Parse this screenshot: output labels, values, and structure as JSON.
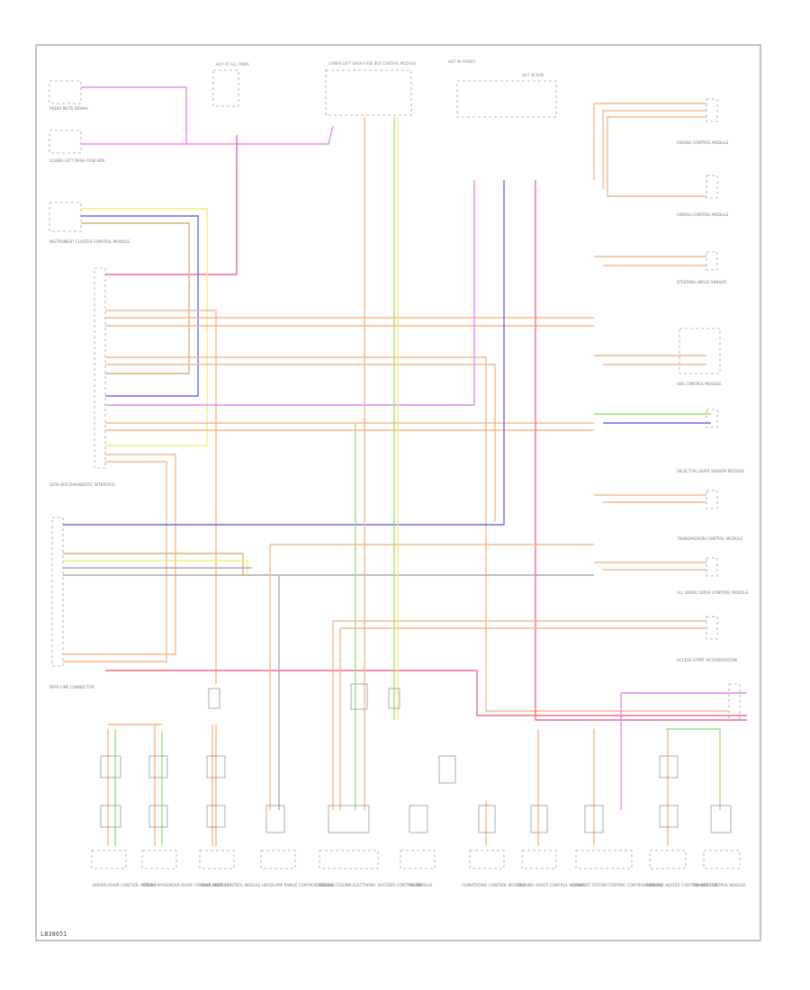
{
  "diagram": {
    "code": "LB38651",
    "colors": {
      "orange": "#f7b88a",
      "pink": "#f26c8a",
      "magenta": "#e58cf0",
      "blue": "#6b6bf0",
      "yellow": "#f4ef7a",
      "green": "#9fe07a",
      "brown": "#d8b07a",
      "gray": "#aaaaaa",
      "frame": "#9a9a9a"
    },
    "top_labels": [
      {
        "id": "hot-at-all-times",
        "text": "HOT AT ALL TIMES"
      },
      {
        "id": "lower-left-fuse-box",
        "text": "LOWER LEFT DASH FUSE BOX CENTRAL MODULE"
      },
      {
        "id": "hot-in-power",
        "text": "HOT IN POWER"
      },
      {
        "id": "hot-in-run",
        "text": "HOT IN RUN"
      }
    ],
    "left_components": [
      {
        "id": "radio-mute",
        "text": "RADIO MUTE SIGNAL"
      },
      {
        "id": "lower-left-dash",
        "text": "LOWER LEFT DASH FUSE BOX"
      },
      {
        "id": "instrument-cluster",
        "text": "INSTRUMENT CLUSTER CONTROL MODULE"
      },
      {
        "id": "data-bus-diag",
        "text": "DATA BUS DIAGNOSTIC INTERFACE"
      },
      {
        "id": "data-link",
        "text": "DATA LINK CONNECTOR"
      }
    ],
    "right_components": [
      {
        "id": "engine-control",
        "text": "ENGINE CONTROL MODULE"
      },
      {
        "id": "airbag-control",
        "text": "AIRBAG CONTROL MODULE"
      },
      {
        "id": "steering-angle",
        "text": "STEERING ANGLE SENSOR"
      },
      {
        "id": "abs-control",
        "text": "ABS CONTROL MODULE"
      },
      {
        "id": "selector-lever",
        "text": "SELECTOR LEVER SENSOR MODULE"
      },
      {
        "id": "transmission",
        "text": "TRANSMISSION CONTROL MODULE"
      },
      {
        "id": "all-wheel-drive",
        "text": "ALL WHEEL DRIVE CONTROL MODULE"
      },
      {
        "id": "access-start",
        "text": "ACCESS START AUTHORIZATION"
      }
    ],
    "bottom_components": [
      {
        "id": "bottom-1",
        "text": "DRIVER DOOR CONTROL MODULE"
      },
      {
        "id": "bottom-2",
        "text": "FRONT PASSENGER DOOR CONTROL MODULE"
      },
      {
        "id": "bottom-3",
        "text": "REAR DOOR CONTROL MODULE"
      },
      {
        "id": "bottom-4",
        "text": "HEADLAMP RANGE CONTROL MODULE"
      },
      {
        "id": "bottom-5",
        "text": "STEERING COLUMN ELECTRONIC SYSTEMS CONTROL MODULE"
      },
      {
        "id": "bottom-6",
        "text": "RADIO"
      },
      {
        "id": "bottom-7",
        "text": "CLIMATRONIC CONTROL MODULE"
      },
      {
        "id": "bottom-8",
        "text": "PARKING ASSIST CONTROL MODULE"
      },
      {
        "id": "bottom-9",
        "text": "COMFORT SYSTEM CENTRAL CONTROL MODULE"
      },
      {
        "id": "bottom-10",
        "text": "AUXILIARY HEATER CONTROL MODULE"
      },
      {
        "id": "bottom-11",
        "text": "TRAILER CONTROL MODULE"
      }
    ]
  }
}
